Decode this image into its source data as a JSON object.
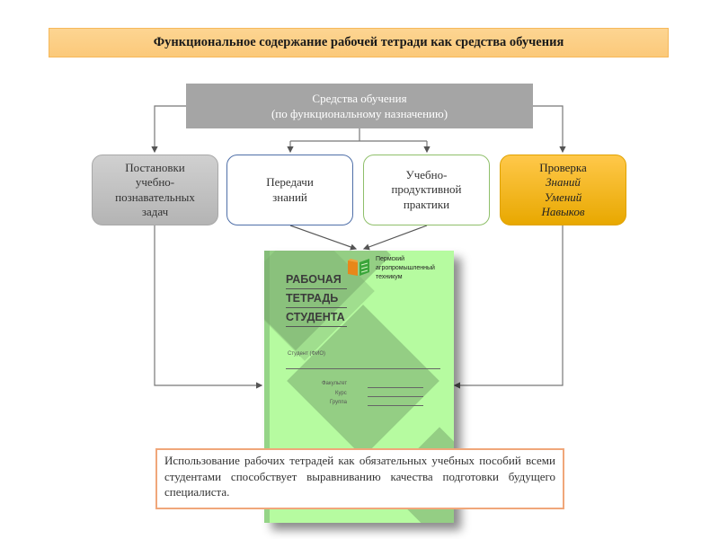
{
  "title": "Функциональное содержание рабочей тетради как средства обучения",
  "root": {
    "line1": "Средства обучения",
    "line2": "(по функциональному назначению)"
  },
  "nodes": [
    {
      "id": "tasks",
      "lines": [
        "Постановки",
        "учебно-",
        "познавательных",
        "задач"
      ]
    },
    {
      "id": "knowledge-transfer",
      "lines": [
        "Передачи",
        "знаний"
      ]
    },
    {
      "id": "practice",
      "lines": [
        "Учебно-",
        "продуктивной",
        "практики"
      ]
    },
    {
      "id": "check",
      "heading": "Проверка",
      "items": [
        "Знаний",
        "Умений",
        "Навыков"
      ]
    }
  ],
  "workbook_cover": {
    "title_lines": [
      "РАБОЧАЯ",
      "ТЕТРАДЬ",
      "СТУДЕНТА"
    ],
    "institution_lines": [
      "Пермский",
      "агропромышленный",
      "техникум"
    ],
    "student_label": "Студент (ФИО)",
    "fields": [
      "Факультет",
      "Курс",
      "Группа"
    ]
  },
  "note": "Использование рабочих тетрадей как обязательных учебных пособий всеми студентами способствует выравниванию качества подготовки будущего специалиста.",
  "colors": {
    "title_bg": "#fdd592",
    "root_bg": "#a5a5a5",
    "node_gray": "#c4c4c4",
    "node_blue_border": "#4f6fa8",
    "node_green_border": "#8fbf6a",
    "node_orange": "#f5b61a",
    "cover_bg": "#b6fba0",
    "note_border": "#f0a77a"
  }
}
